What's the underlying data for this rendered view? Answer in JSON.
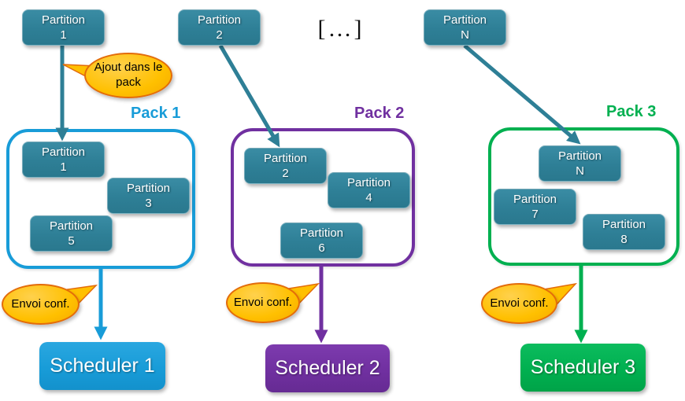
{
  "colors": {
    "partition_teal": "#2e7f96",
    "pack1_blue": "#189cd8",
    "pack2_purple": "#7030a0",
    "pack3_green": "#00b050",
    "bubble_fill": "#ffc000",
    "bubble_border": "#e36c0a"
  },
  "top_partitions": [
    {
      "name": "Partition",
      "num": "1"
    },
    {
      "name": "Partition",
      "num": "2"
    },
    {
      "name": "Partition",
      "num": "N"
    }
  ],
  "ellipsis": "[…]",
  "bubbles": {
    "ajout_line1": "Ajout dans le",
    "ajout_line2": "pack",
    "envoi": "Envoi conf."
  },
  "packs": [
    {
      "label": "Pack 1",
      "partitions": [
        {
          "name": "Partition",
          "num": "1"
        },
        {
          "name": "Partition",
          "num": "3"
        },
        {
          "name": "Partition",
          "num": "5"
        }
      ]
    },
    {
      "label": "Pack 2",
      "partitions": [
        {
          "name": "Partition",
          "num": "2"
        },
        {
          "name": "Partition",
          "num": "4"
        },
        {
          "name": "Partition",
          "num": "6"
        }
      ]
    },
    {
      "label": "Pack 3",
      "partitions": [
        {
          "name": "Partition",
          "num": "N"
        },
        {
          "name": "Partition",
          "num": "7"
        },
        {
          "name": "Partition",
          "num": "8"
        }
      ]
    }
  ],
  "schedulers": [
    {
      "label": "Scheduler 1"
    },
    {
      "label": "Scheduler 2"
    },
    {
      "label": "Scheduler 3"
    }
  ]
}
